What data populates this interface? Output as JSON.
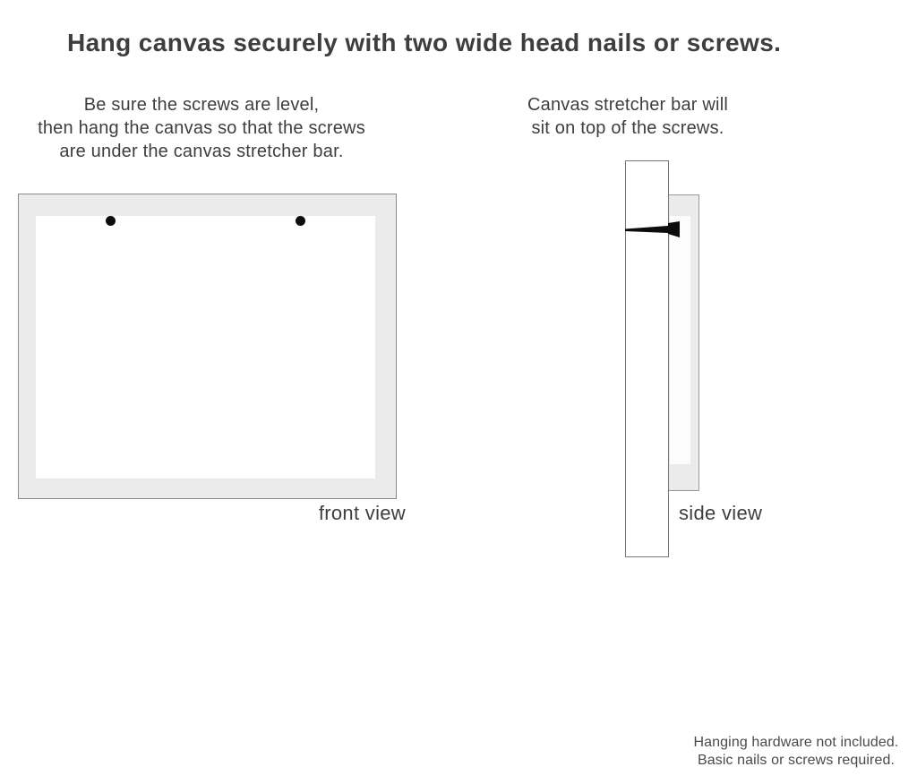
{
  "title": "Hang canvas securely with two wide head nails or screws.",
  "instructions": {
    "front": {
      "lines": [
        "Be sure the screws are level,",
        "then hang the canvas so that the screws",
        "are under the canvas stretcher bar."
      ]
    },
    "side": {
      "lines": [
        "Canvas stretcher bar will",
        "sit on top of the screws."
      ]
    }
  },
  "diagrams": {
    "front_label": "front view",
    "side_label": "side view",
    "icons": {
      "screw_dots": "screw-head-dot",
      "nail": "nail-side-profile"
    }
  },
  "footnote": {
    "lines": [
      "Hanging hardware not included.",
      "Basic nails or screws required."
    ]
  },
  "colors": {
    "canvas_edge_gray": "#ebebeb",
    "outline_gray": "#8a8a8a",
    "hardware_black": "#0d0d0d",
    "text_dark": "#3e3e3e",
    "footnote_gray": "#4a4a4a"
  }
}
